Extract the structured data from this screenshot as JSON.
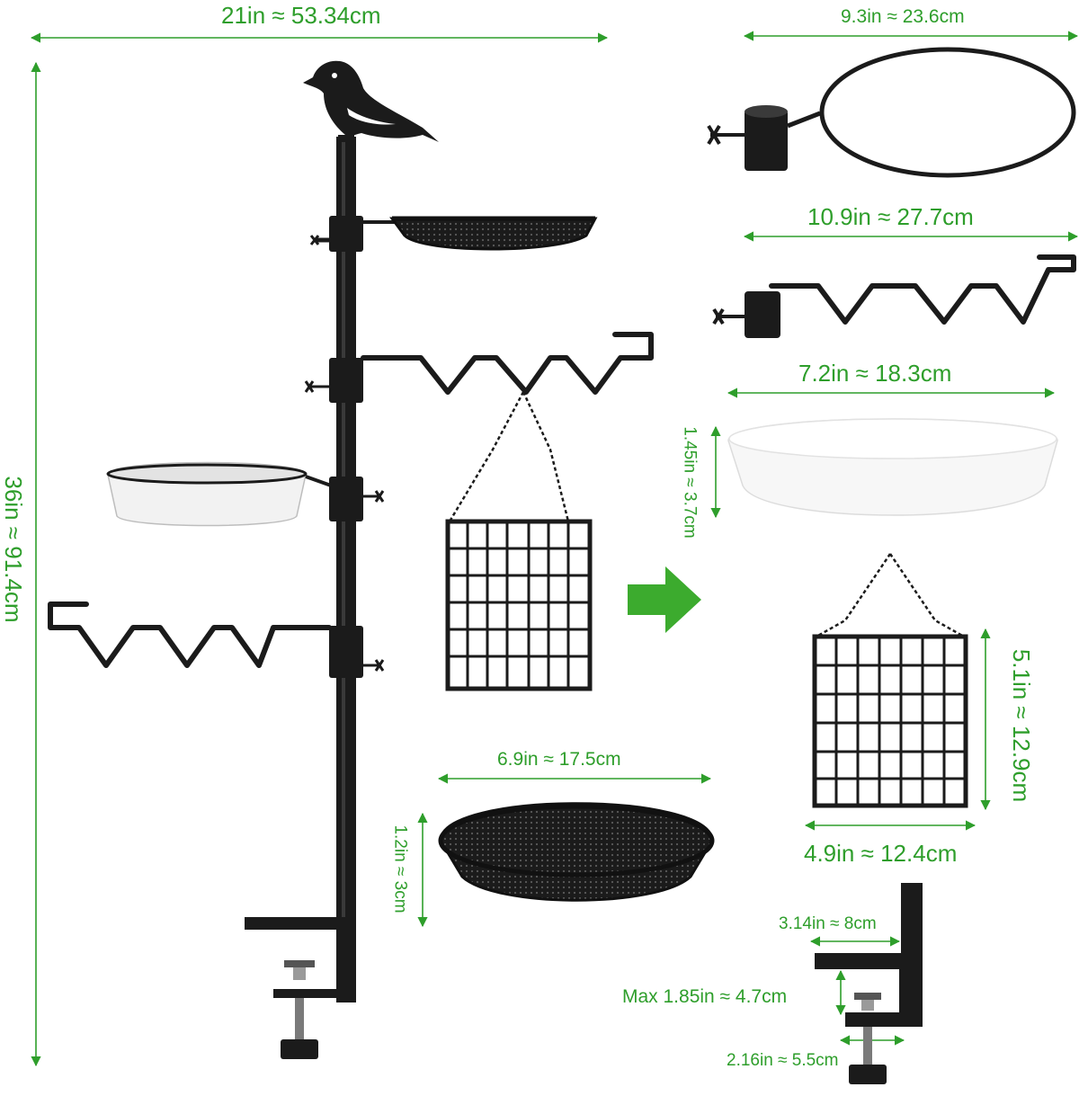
{
  "colors": {
    "dimension": "#2e9e2b",
    "metal": "#1b1b1b",
    "dish": "#f2f2f2",
    "arrow": "#3cab2e"
  },
  "labels": {
    "overall_width": "21in ≈ 53.34cm",
    "overall_height": "36in ≈ 91.4cm",
    "ring_width": "9.3in ≈ 23.6cm",
    "hook_width": "10.9in ≈ 27.7cm",
    "dish_width": "7.2in ≈ 18.3cm",
    "dish_height": "1.45in ≈ 3.7cm",
    "cage_height": "5.1in ≈ 12.9cm",
    "cage_width": "4.9in ≈ 12.4cm",
    "tray_width": "6.9in ≈ 17.5cm",
    "tray_height": "1.2in ≈ 3cm",
    "clamp_top": "3.14in ≈ 8cm",
    "clamp_gap": "Max 1.85in ≈ 4.7cm",
    "clamp_bottom": "2.16in ≈ 5.5cm"
  },
  "icons": {
    "topper": "bird-silhouette-icon",
    "direction": "arrow-right-icon"
  }
}
